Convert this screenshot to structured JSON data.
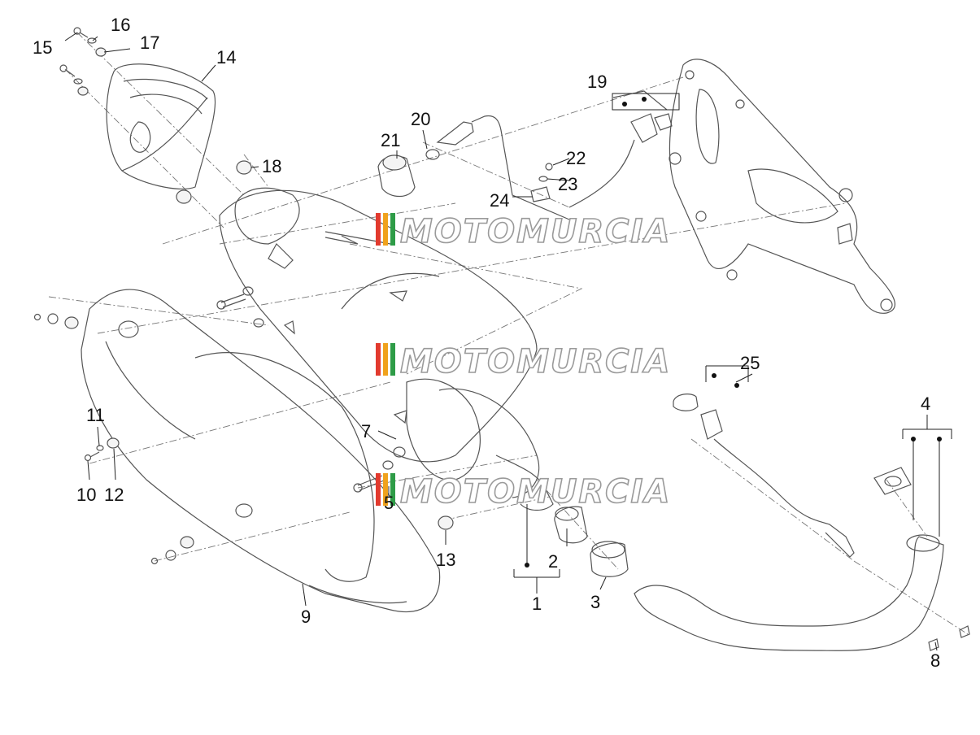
{
  "watermark": {
    "text": "MOTOMURCIA",
    "stripe_colors": [
      "#e23a2e",
      "#f0a21d",
      "#2e9c47"
    ]
  },
  "labels": {
    "n1": "1",
    "n2": "2",
    "n3": "3",
    "n4": "4",
    "n5": "5",
    "n7": "7",
    "n8": "8",
    "n9": "9",
    "n10": "10",
    "n11": "11",
    "n12": "12",
    "n13": "13",
    "n14": "14",
    "n15": "15",
    "n16": "16",
    "n17": "17",
    "n18": "18",
    "n19": "19",
    "n20": "20",
    "n21": "21",
    "n22": "22",
    "n23": "23",
    "n24": "24",
    "n25": "25"
  }
}
